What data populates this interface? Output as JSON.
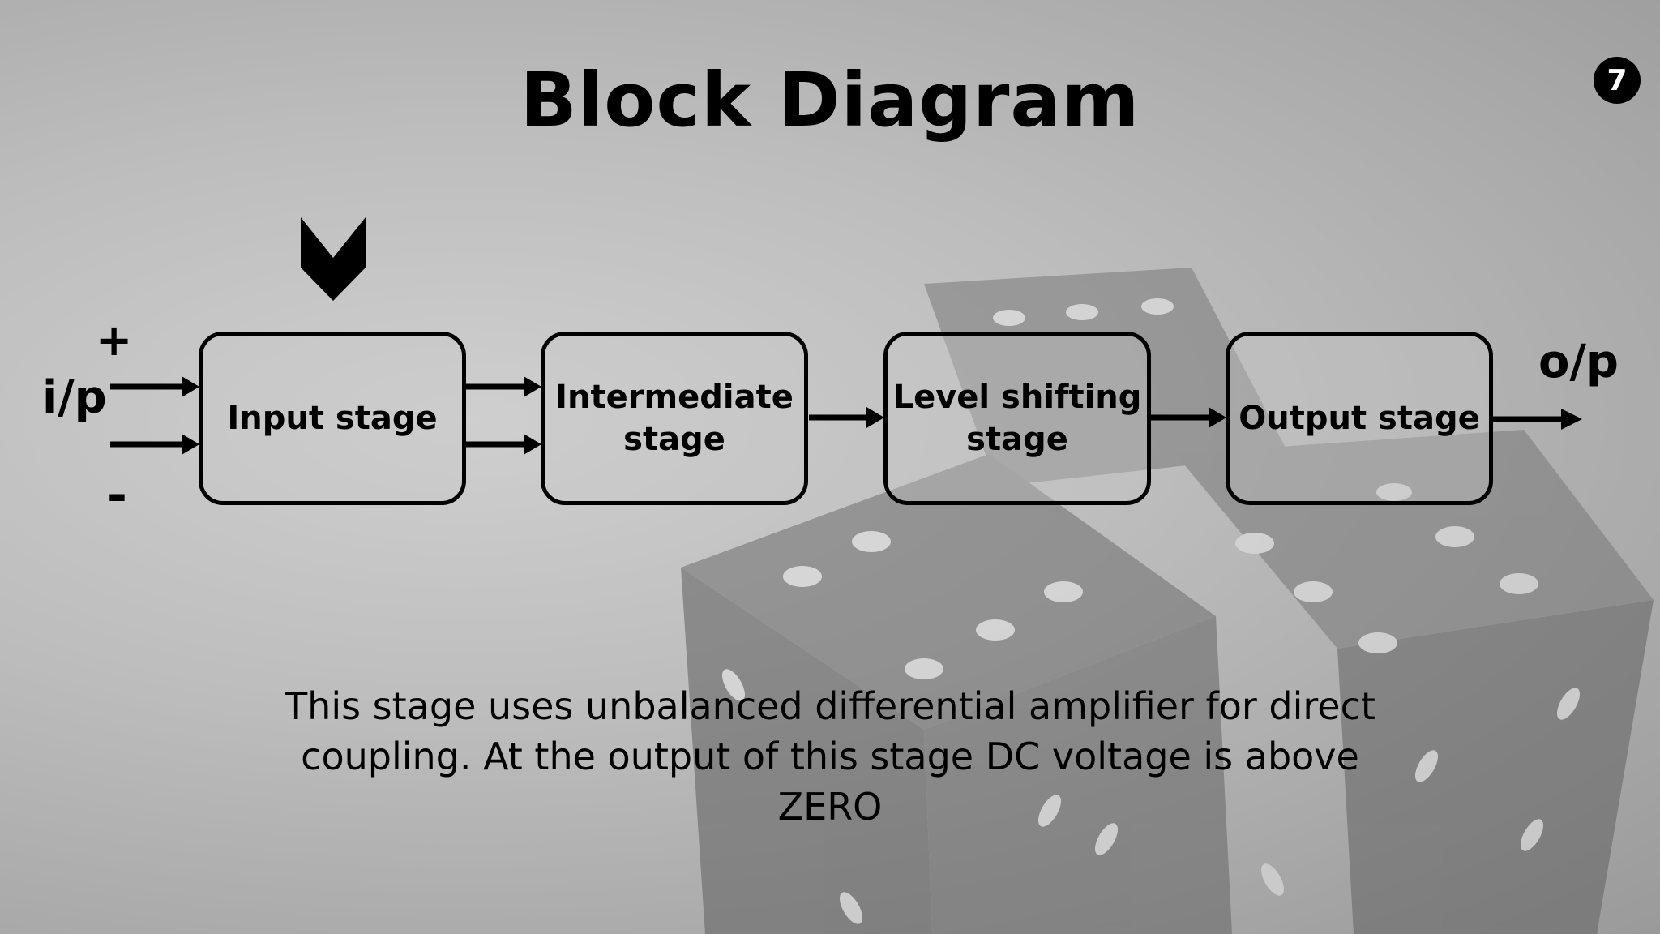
{
  "slide": {
    "title": "Block Diagram",
    "page_number": "7"
  },
  "diagram": {
    "input_label": "i/p",
    "plus_sign": "+",
    "minus_sign": "-",
    "output_label": "o/p",
    "blocks": [
      {
        "label": "Input stage",
        "highlighted": true
      },
      {
        "label": "Intermediate\nstage"
      },
      {
        "label": "Level shifting\nstage"
      },
      {
        "label": "Output stage"
      }
    ],
    "pointer_icon": "chevron-down-icon"
  },
  "description": "This stage uses unbalanced differential amplifier for direct coupling. At the output of this stage DC voltage is above ZERO",
  "colors": {
    "background": "#b5b5b5",
    "foreground": "#000000",
    "badge_text": "#ffffff"
  }
}
